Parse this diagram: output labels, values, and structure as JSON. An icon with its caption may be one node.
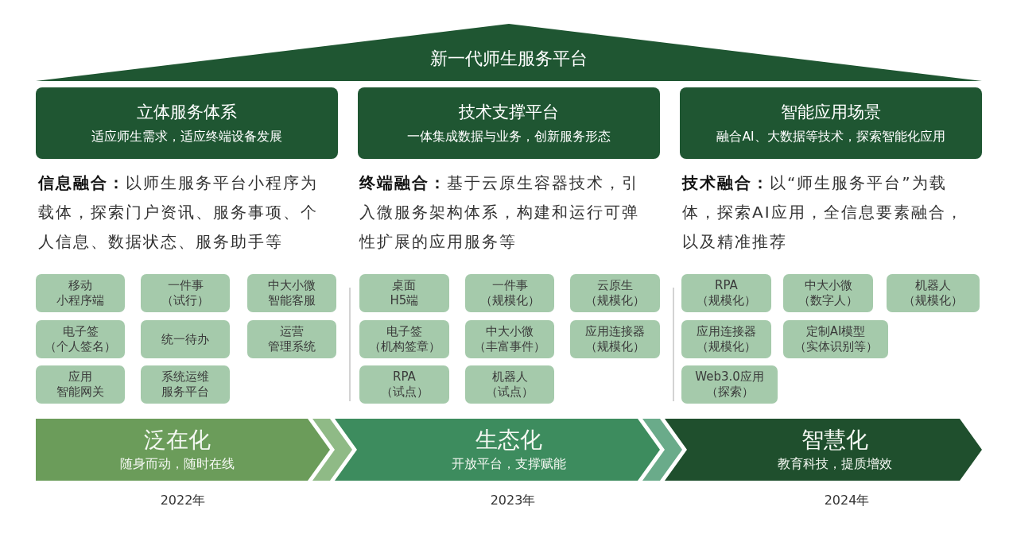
{
  "diagram": {
    "nodes": [
      {
        "text": [
          "新一代师生服务平台"
        ]
      },
      {
        "text": [
          "立体服务体系",
          "适应师生需求，适应终端设备发展"
        ]
      },
      {
        "text": [
          "技术支撑平台",
          "一体集成数据与业务，创新服务形态"
        ]
      },
      {
        "text": [
          "智能应用场景",
          "融合AI、大数据等技术，探索智能化应用"
        ]
      },
      {
        "text": [
          "移动小程序端"
        ]
      },
      {
        "text": [
          "一件事（试行）"
        ]
      },
      {
        "text": [
          "中大小微智能客服"
        ]
      },
      {
        "text": [
          "电子签（个人签名）"
        ]
      },
      {
        "text": [
          "统一待办"
        ]
      },
      {
        "text": [
          "运营管理系统"
        ]
      },
      {
        "text": [
          "应用智能网关"
        ]
      },
      {
        "text": [
          "系统运维服务平台"
        ]
      },
      {
        "text": [
          "桌面H5端"
        ]
      },
      {
        "text": [
          "一件事（规模化）"
        ]
      },
      {
        "text": [
          "云原生（规模化）"
        ]
      },
      {
        "text": [
          "电子签（机构签章）"
        ]
      },
      {
        "text": [
          "中大小微（丰富事件）"
        ]
      },
      {
        "text": [
          "应用连接器（规模化）"
        ]
      },
      {
        "text": [
          "RPA（试点）"
        ]
      },
      {
        "text": [
          "机器人（试点）"
        ]
      },
      {
        "text": [
          "RPA（规模化）"
        ]
      },
      {
        "text": [
          "中大小微（数字人）"
        ]
      },
      {
        "text": [
          "机器人（规模化）"
        ]
      },
      {
        "text": [
          "应用连接器（规模化）"
        ]
      },
      {
        "text": [
          "定制AI模型（实体识别等）"
        ]
      },
      {
        "text": [
          "Web3.0应用（探索）"
        ]
      },
      {
        "text": [
          "泛在化",
          "随身而动，随时在线"
        ],
        "beside": [
          "2022年"
        ]
      },
      {
        "text": [
          "生态化",
          "开放平台，支撑赋能"
        ],
        "beside": [
          "2023年"
        ]
      },
      {
        "text": [
          "智慧化",
          "教育科技，提质增效"
        ],
        "beside": [
          "2024年"
        ]
      }
    ],
    "edges": [
      {
        "from": 26,
        "to": 27,
        "arrow": "to",
        "color": "#8fba86"
      },
      {
        "from": 27,
        "to": 28,
        "arrow": "to",
        "color": "#6aab8a"
      }
    ],
    "labels": [
      "**信息融合：**以师生服务平台小程序为载体，探索门户资讯、服务事项、个人信息、数据状态、服务助手等",
      "**终端融合：**基于云原生容器技术，引入微服务架构体系，构建和运行可弹性扩展的应用服务等",
      "**技术融合：**以“师生服务平台”为载体，探索AI应用，全信息要素融合，以及精准推荐"
    ]
  }
}
